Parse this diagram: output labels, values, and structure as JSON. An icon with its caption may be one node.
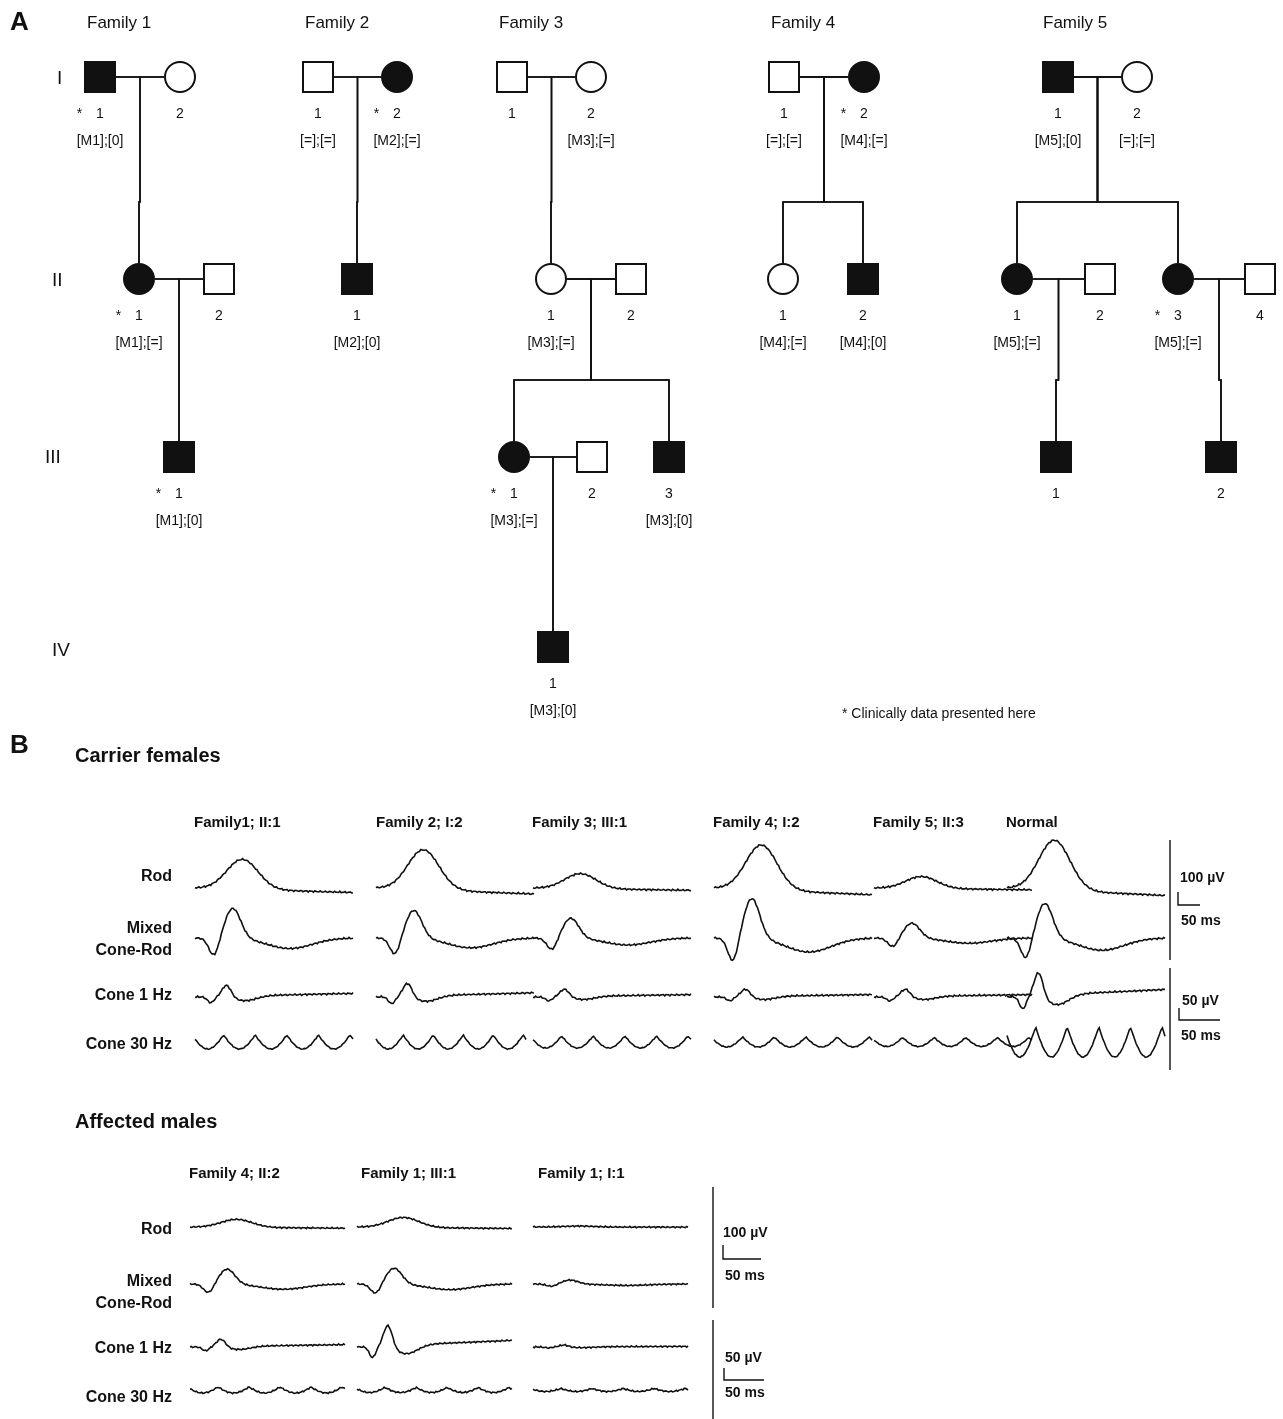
{
  "diagram": {
    "nodes": [
      {
        "text": [],
        "shape": "block",
        "beside": [
          "*",
          "1",
          "[M1];[0]"
        ]
      },
      {
        "text": [],
        "shape": "circle",
        "beside": [
          "2"
        ]
      },
      {
        "text": [],
        "shape": "disc",
        "beside": [
          "*",
          "1",
          "[M1];[=]"
        ]
      },
      {
        "text": [],
        "shape": "box",
        "beside": [
          "2"
        ]
      },
      {
        "text": [],
        "shape": "block",
        "beside": [
          "*",
          "1",
          "[M1];[0]"
        ]
      },
      {
        "text": [],
        "shape": "box",
        "beside": [
          "1",
          "[=];[=]"
        ]
      },
      {
        "text": [],
        "shape": "disc",
        "beside": [
          "*",
          "2",
          "[M2];[=]"
        ]
      },
      {
        "text": [],
        "shape": "block",
        "beside": [
          "1",
          "[M2];[0]"
        ]
      },
      {
        "text": [],
        "shape": "box",
        "beside": [
          "1"
        ]
      },
      {
        "text": [],
        "shape": "circle",
        "beside": [
          "2",
          "[M3];[=]"
        ]
      },
      {
        "text": [],
        "shape": "circle",
        "beside": [
          "1",
          "[M3];[=]"
        ]
      },
      {
        "text": [],
        "shape": "box",
        "beside": [
          "2"
        ]
      },
      {
        "text": [],
        "shape": "disc",
        "beside": [
          "*",
          "1",
          "[M3];[=]"
        ]
      },
      {
        "text": [],
        "shape": "box",
        "beside": [
          "2"
        ]
      },
      {
        "text": [],
        "shape": "block",
        "beside": [
          "3",
          "[M3];[0]"
        ]
      },
      {
        "text": [],
        "shape": "block",
        "beside": [
          "1",
          "[M3];[0]"
        ]
      },
      {
        "text": [],
        "shape": "box",
        "beside": [
          "1",
          "[=];[=]"
        ]
      },
      {
        "text": [],
        "shape": "disc",
        "beside": [
          "*",
          "2",
          "[M4];[=]"
        ]
      },
      {
        "text": [],
        "shape": "circle",
        "beside": [
          "1",
          "[M4];[=]"
        ]
      },
      {
        "text": [],
        "shape": "block",
        "beside": [
          "2",
          "[M4];[0]"
        ]
      },
      {
        "text": [],
        "shape": "block",
        "beside": [
          "1",
          "[M5];[0]"
        ]
      },
      {
        "text": [],
        "shape": "circle",
        "beside": [
          "2",
          "[=];[=]"
        ]
      },
      {
        "text": [],
        "shape": "disc",
        "beside": [
          "1",
          "[M5];[=]"
        ]
      },
      {
        "text": [],
        "shape": "box",
        "beside": [
          "2"
        ]
      },
      {
        "text": [],
        "shape": "disc",
        "beside": [
          "*",
          "3",
          "[M5];[=]"
        ]
      },
      {
        "text": [],
        "shape": "box",
        "beside": [
          "4"
        ]
      },
      {
        "text": [],
        "shape": "block",
        "beside": [
          "1"
        ]
      },
      {
        "text": [],
        "shape": "block",
        "beside": [
          "2"
        ]
      }
    ],
    "edges": [
      {
        "from": 0,
        "to": 1,
        "arrow": "none"
      },
      {
        "from": 0,
        "to": 2,
        "arrow": "none"
      },
      {
        "from": 1,
        "to": 2,
        "arrow": "none"
      },
      {
        "from": 2,
        "to": 3,
        "arrow": "none"
      },
      {
        "from": 2,
        "to": 4,
        "arrow": "none"
      },
      {
        "from": 3,
        "to": 4,
        "arrow": "none"
      },
      {
        "from": 5,
        "to": 6,
        "arrow": "none"
      },
      {
        "from": 5,
        "to": 7,
        "arrow": "none"
      },
      {
        "from": 6,
        "to": 7,
        "arrow": "none"
      },
      {
        "from": 8,
        "to": 9,
        "arrow": "none"
      },
      {
        "from": 8,
        "to": 10,
        "arrow": "none"
      },
      {
        "from": 9,
        "to": 10,
        "arrow": "none"
      },
      {
        "from": 10,
        "to": 11,
        "arrow": "none"
      },
      {
        "from": 10,
        "to": 12,
        "arrow": "none"
      },
      {
        "from": 11,
        "to": 12,
        "arrow": "none"
      },
      {
        "from": 10,
        "to": 14,
        "arrow": "none"
      },
      {
        "from": 11,
        "to": 14,
        "arrow": "none"
      },
      {
        "from": 12,
        "to": 13,
        "arrow": "none"
      },
      {
        "from": 12,
        "to": 15,
        "arrow": "none"
      },
      {
        "from": 13,
        "to": 15,
        "arrow": "none"
      },
      {
        "from": 16,
        "to": 17,
        "arrow": "none"
      },
      {
        "from": 16,
        "to": 18,
        "arrow": "none"
      },
      {
        "from": 17,
        "to": 18,
        "arrow": "none"
      },
      {
        "from": 16,
        "to": 19,
        "arrow": "none"
      },
      {
        "from": 17,
        "to": 19,
        "arrow": "none"
      },
      {
        "from": 20,
        "to": 21,
        "arrow": "none"
      },
      {
        "from": 20,
        "to": 22,
        "arrow": "none"
      },
      {
        "from": 21,
        "to": 22,
        "arrow": "none"
      },
      {
        "from": 20,
        "to": 24,
        "arrow": "none"
      },
      {
        "from": 21,
        "to": 24,
        "arrow": "none"
      },
      {
        "from": 22,
        "to": 23,
        "arrow": "none"
      },
      {
        "from": 22,
        "to": 26,
        "arrow": "none"
      },
      {
        "from": 23,
        "to": 26,
        "arrow": "none"
      },
      {
        "from": 24,
        "to": 25,
        "arrow": "none"
      },
      {
        "from": 24,
        "to": 27,
        "arrow": "none"
      },
      {
        "from": 25,
        "to": 27,
        "arrow": "none"
      }
    ],
    "labels": [
      "A",
      "Family 1",
      "Family 2",
      "Family 3",
      "Family 4",
      "Family 5",
      "I",
      "II",
      "III",
      "IV",
      "* Clinically data presented here",
      "B",
      "Carrier females",
      "Family1; II:1",
      "Family 2; I:2",
      "Family 3; III:1",
      "Family 4; I:2",
      "Family 5; II:3",
      "Normal",
      "Rod",
      "100 µV",
      "Mixed Cone-Rod",
      "50 ms",
      "Cone 1 Hz",
      "50 µV",
      "Cone 30 Hz",
      "50 ms",
      "Affected males",
      "Family 4; II:2",
      "Family 1; III:1",
      "Family 1; I:1",
      "Rod",
      "100 µV",
      "Mixed Cone-Rod",
      "50 ms",
      "Cone 1 Hz",
      "50 µV",
      "Cone 30 Hz",
      "50 ms"
    ]
  }
}
